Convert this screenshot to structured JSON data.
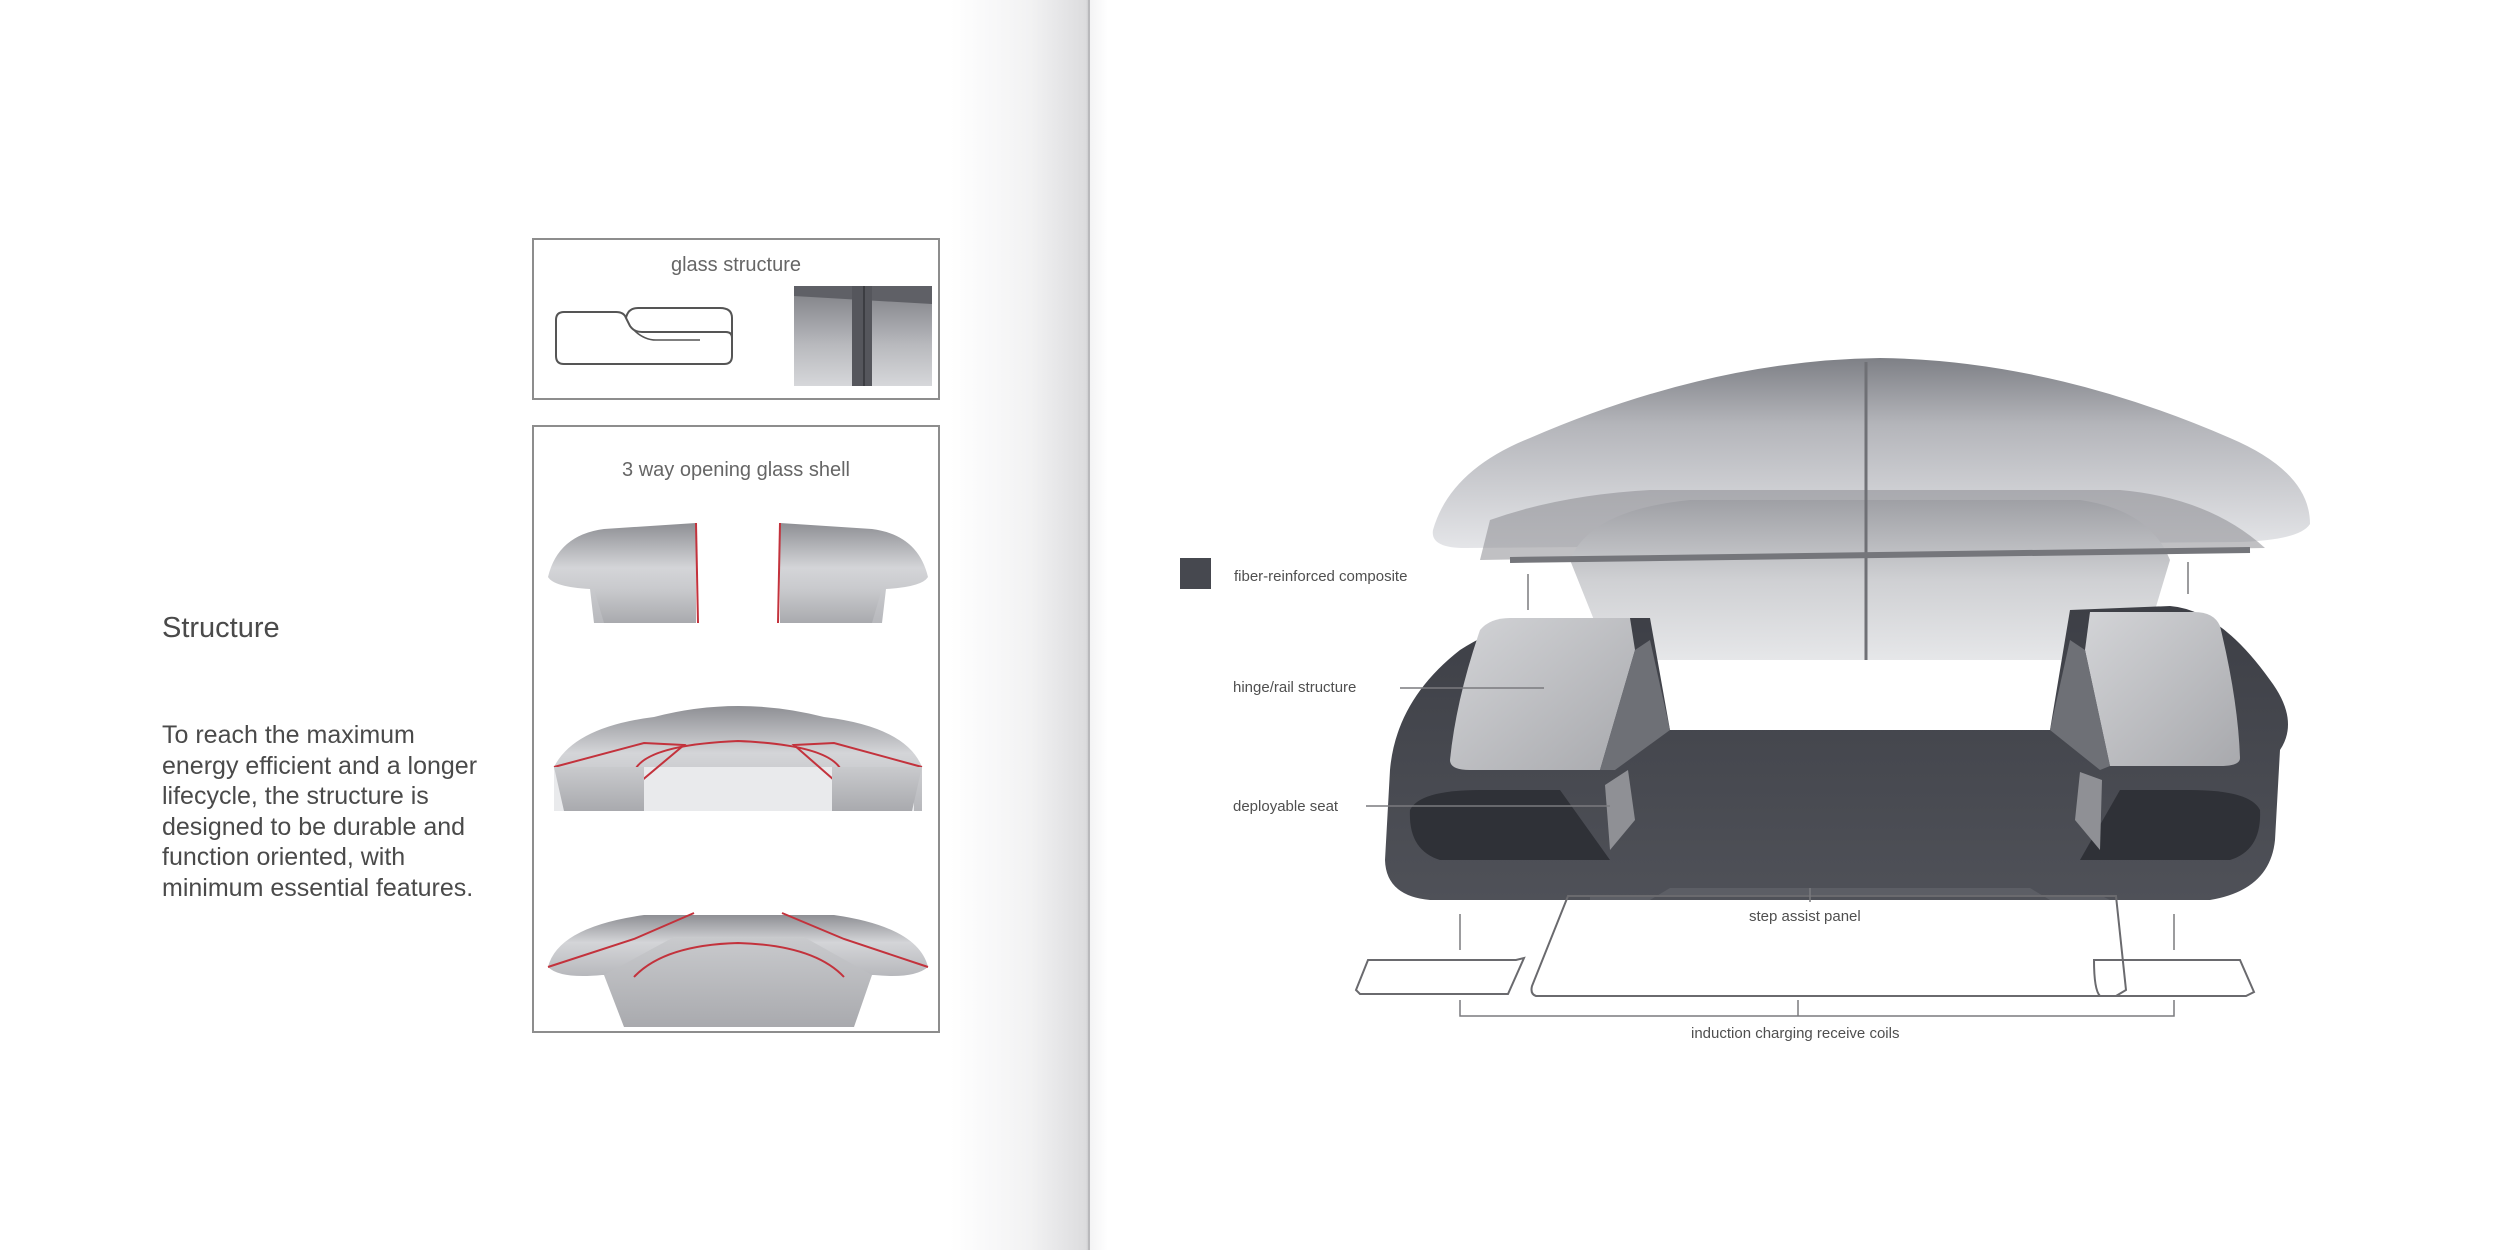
{
  "left_page": {
    "heading": "Structure",
    "body": "To reach the maximum energy efficient and a longer lifecycle, the structure is designed to be durable and function oriented, with minimum essential features."
  },
  "panels": {
    "glass_structure": {
      "title": "glass structure"
    },
    "glass_shell": {
      "title": "3 way opening glass shell"
    }
  },
  "diagram": {
    "labels": {
      "material": "fiber-reinforced composite",
      "hinge": "hinge/rail structure",
      "seat": "deployable seat",
      "step": "step assist panel",
      "coils": "induction charging receive coils"
    },
    "colors": {
      "composite": "#46484f",
      "glass": "#c6c6ca",
      "accent_line": "#c3323c"
    }
  }
}
